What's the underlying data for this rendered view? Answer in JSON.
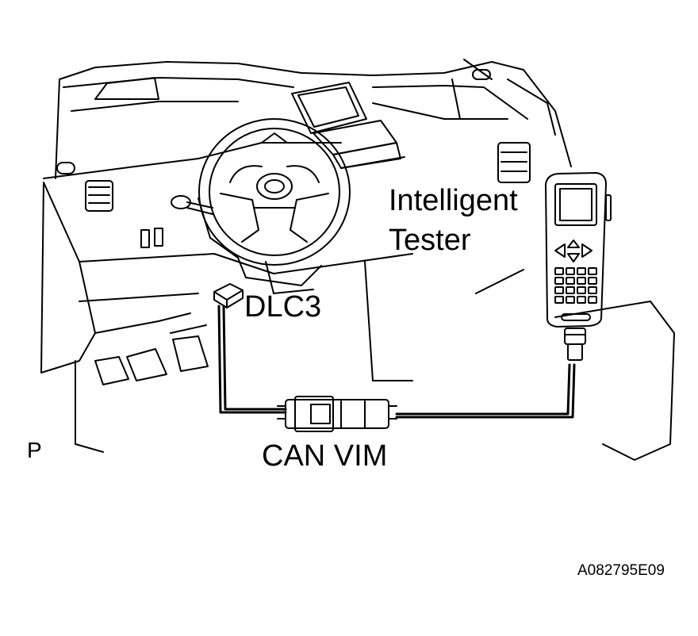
{
  "labels": {
    "tester_line1": "Intelligent",
    "tester_line2": "Tester",
    "dlc3": "DLC3",
    "can_vim": "CAN VIM",
    "view_marker": "P",
    "figure_code": "A082795E09"
  }
}
